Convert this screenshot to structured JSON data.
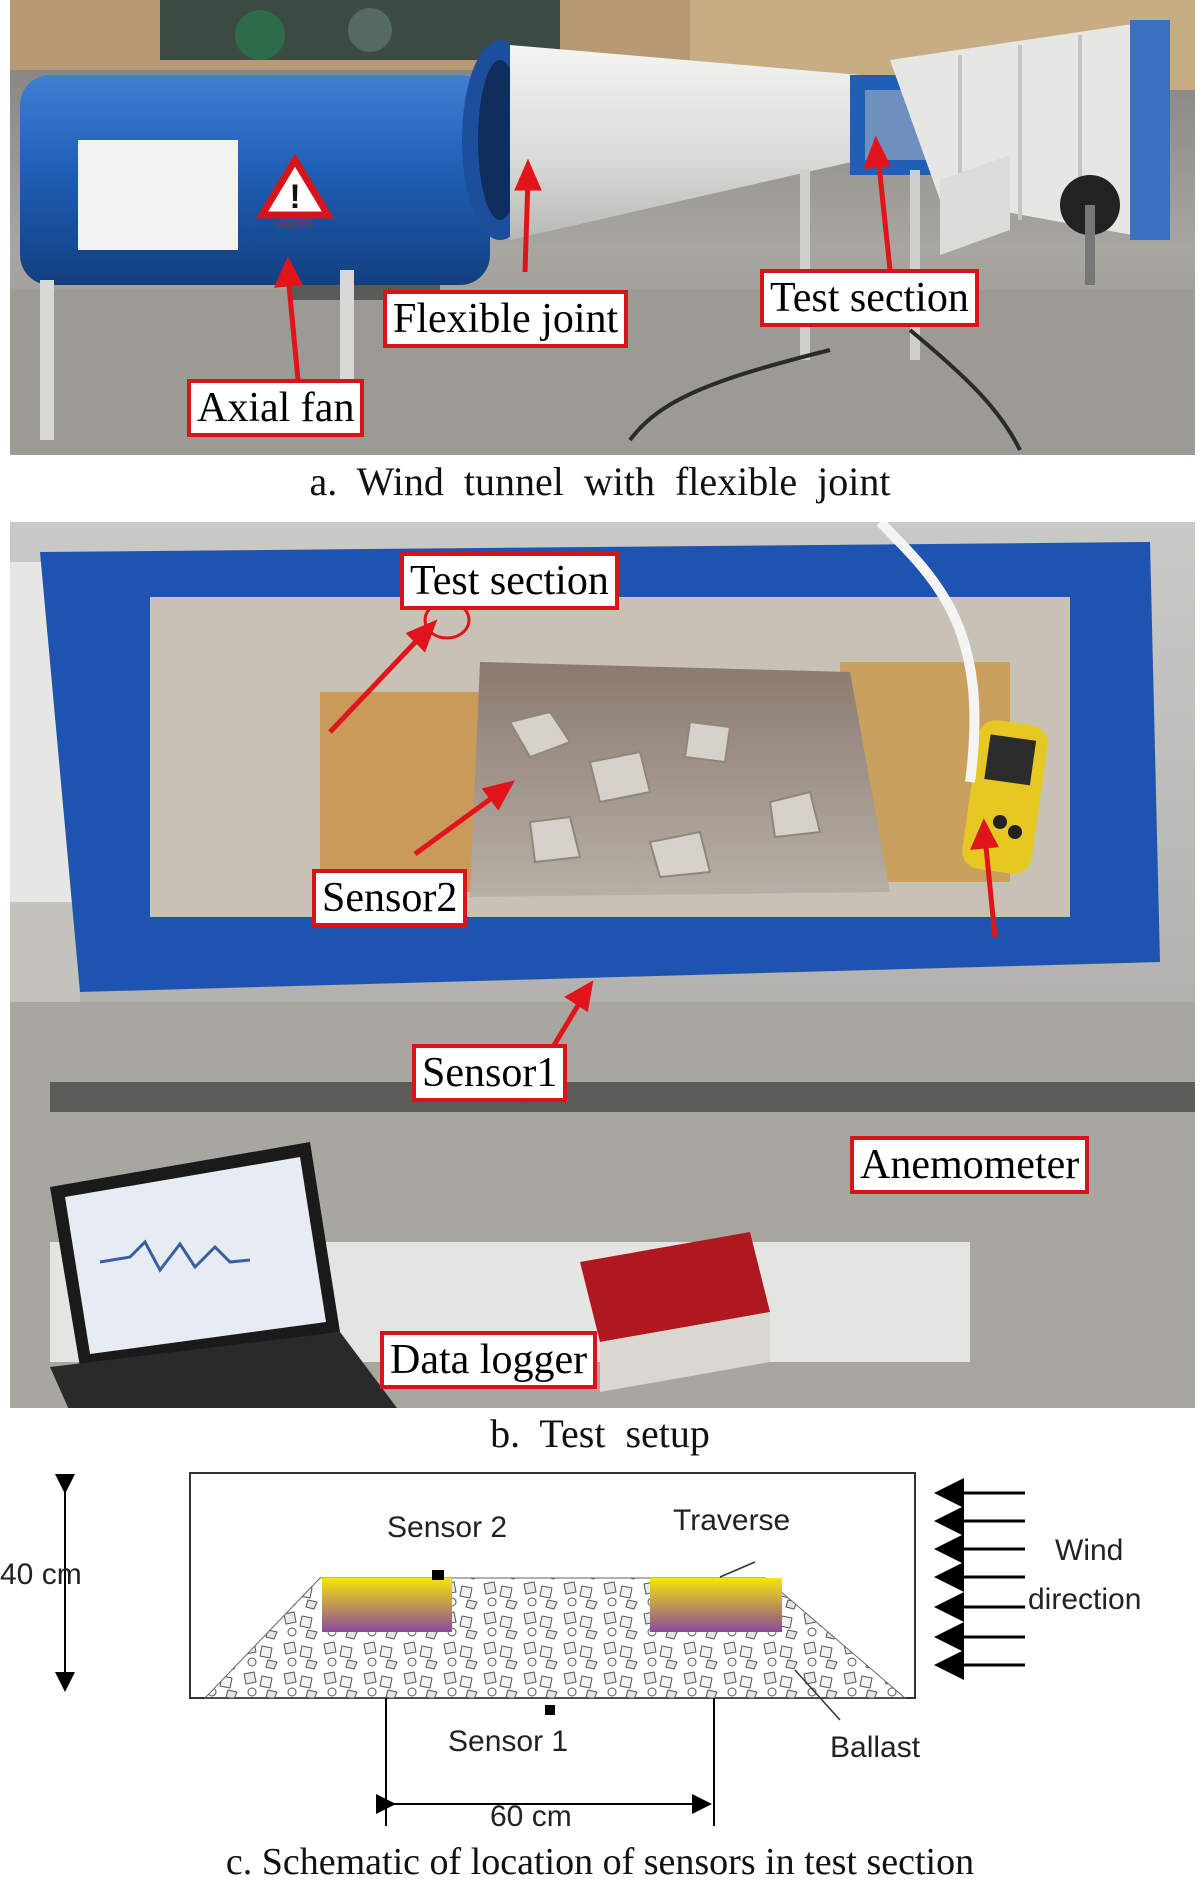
{
  "panel_a": {
    "caption": "a. Wind tunnel with flexible joint",
    "labels": {
      "axial_fan": "Axial fan",
      "flexible_joint": "Flexible joint",
      "test_section": "Test section"
    },
    "danger_sign_text": "DANGER"
  },
  "panel_b": {
    "caption": "b. Test setup",
    "labels": {
      "test_section": "Test section",
      "sensor2": "Sensor2",
      "sensor1": "Sensor1",
      "anemometer": "Anemometer",
      "data_logger": "Data logger"
    }
  },
  "panel_c": {
    "caption": "c. Schematic of location of sensors in test section",
    "labels": {
      "sensor2": "Sensor 2",
      "traverse": "Traverse",
      "wind_line1": "Wind",
      "wind_line2": "direction",
      "height": "40 cm",
      "sensor1": "Sensor 1",
      "ballast": "Ballast",
      "spacing": "60 cm"
    }
  },
  "colors": {
    "tunnel_blue": "#1f5fb5",
    "label_border": "#d8141a",
    "arrow_red": "#e0141a",
    "traverse_top": "#f5e50a",
    "traverse_bottom": "#8a4a9c"
  }
}
